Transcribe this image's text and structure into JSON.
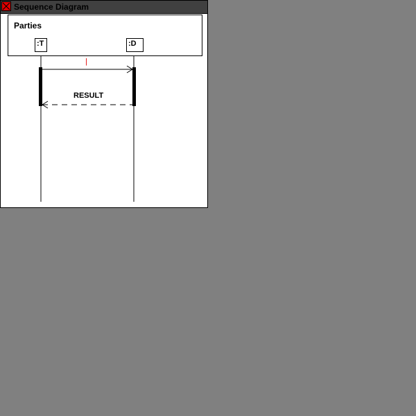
{
  "window": {
    "title": "Sequence Diagram"
  },
  "parties": {
    "label": "Parties",
    "items": [
      {
        "name": ":T"
      },
      {
        "name": ":D"
      }
    ]
  },
  "messages": [
    {
      "label": "|",
      "from": ":T",
      "to": ":D",
      "kind": "call",
      "color": "#e00000"
    },
    {
      "label": "RESULT",
      "from": ":D",
      "to": ":T",
      "kind": "return"
    }
  ],
  "icons": {
    "close": "close-icon"
  },
  "colors": {
    "background": "#808080",
    "titlebar": "#404040",
    "close": "#e00000",
    "call_label": "#e00000"
  }
}
